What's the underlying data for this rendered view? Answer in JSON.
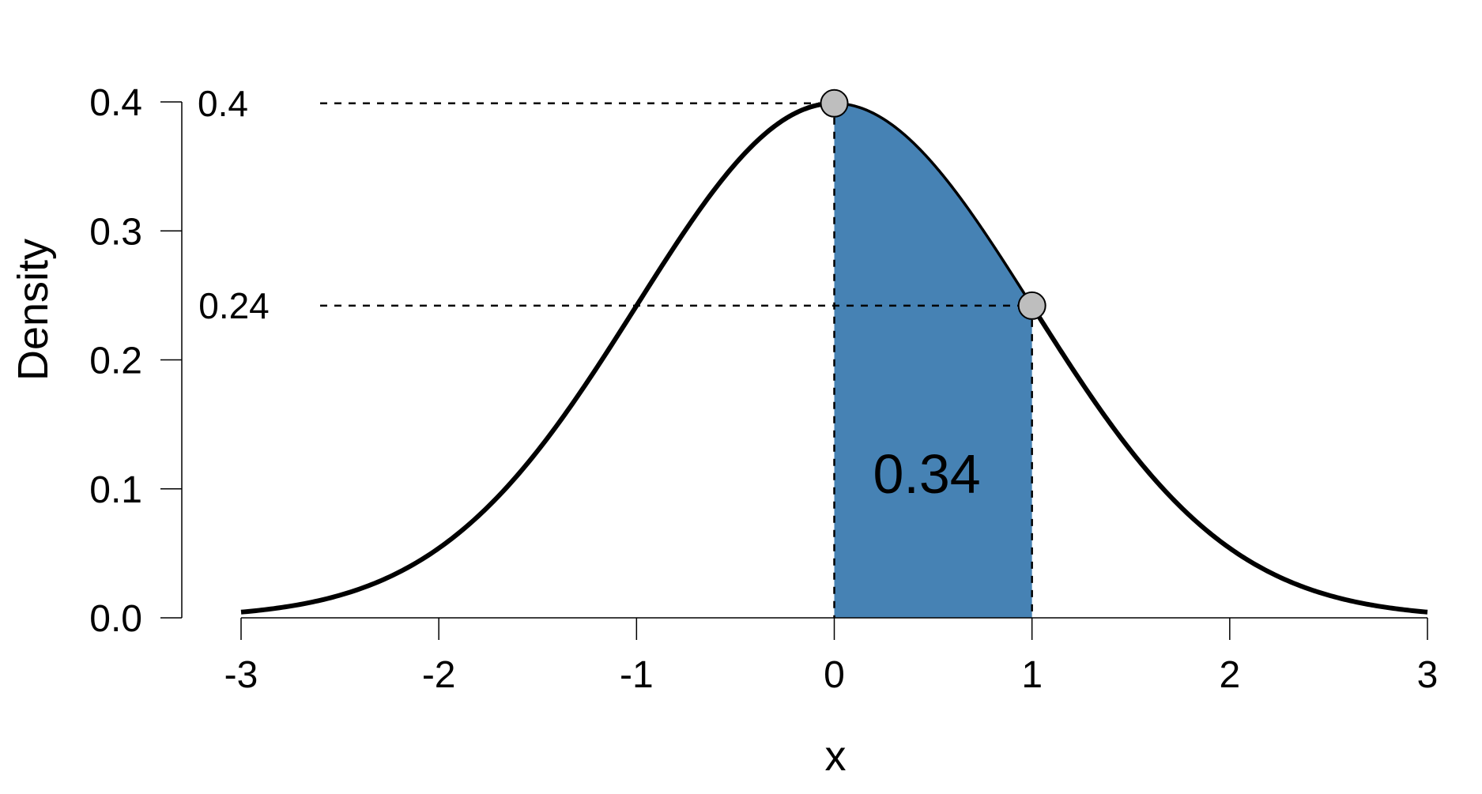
{
  "chart_data": {
    "type": "area",
    "distribution": "standard normal density",
    "xlabel": "x",
    "ylabel": "Density",
    "xlim": [
      -3,
      3
    ],
    "ylim": [
      0,
      0.4
    ],
    "x_ticks": [
      "-3",
      "-2",
      "-1",
      "0",
      "1",
      "2",
      "3"
    ],
    "y_ticks": [
      "0.0",
      "0.1",
      "0.2",
      "0.3",
      "0.4"
    ],
    "grid": false,
    "curve": {
      "x": [
        -3,
        -2.5,
        -2,
        -1.5,
        -1,
        -0.5,
        0,
        0.5,
        1,
        1.5,
        2,
        2.5,
        3
      ],
      "y": [
        0.0044,
        0.0175,
        0.054,
        0.1295,
        0.242,
        0.3521,
        0.3989,
        0.3521,
        0.242,
        0.1295,
        0.054,
        0.0175,
        0.0044
      ]
    },
    "shaded_region": {
      "x_from": 0,
      "x_to": 1,
      "area_label": "0.34",
      "color": "#4682B4"
    },
    "reference_points": [
      {
        "x": 0,
        "y": 0.3989,
        "label": "0.4"
      },
      {
        "x": 1,
        "y": 0.242,
        "label": "0.24"
      }
    ],
    "point_color": "#BEBEBE",
    "curve_color": "#000000"
  }
}
